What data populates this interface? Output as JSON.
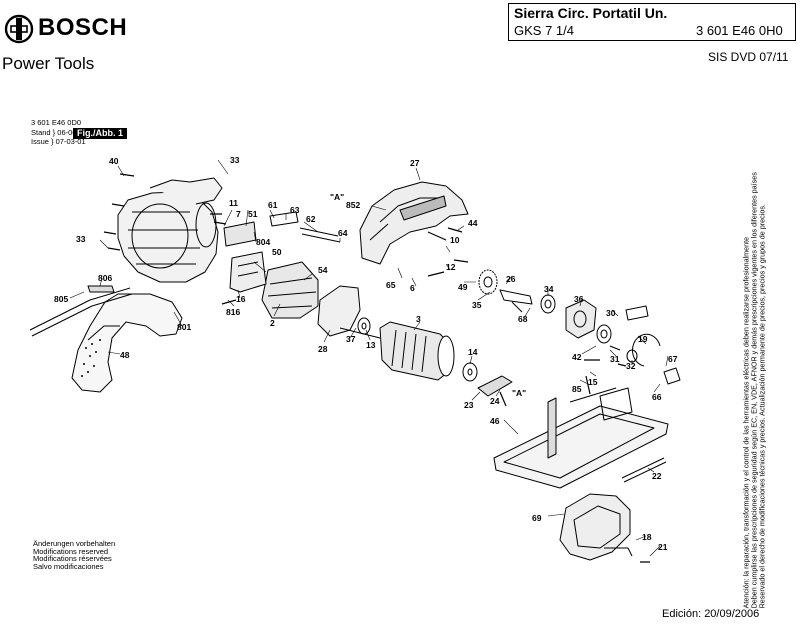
{
  "header": {
    "brand": "BOSCH",
    "subtitle": "Power Tools",
    "title": "Sierra Circ. Portatil Un.",
    "model": "GKS 7 1/4",
    "code": "3 601 E46 0H0",
    "dvd": "SIS DVD 07/11"
  },
  "meta": {
    "doc_no": "3 601 E46 0D0",
    "stand": "Stand }  06-06",
    "issue": "Issue } 07-03-01",
    "figure": "Fig./Abb. 1"
  },
  "notice": [
    "Änderungen vorbehalten",
    "Modifications reserved",
    "Modifications réservées",
    "Salvo modificaciones"
  ],
  "edition": "Edición: 20/09/2006",
  "side_text": [
    "Atención: la reparación, transformación y el control de las herramientas eléctricas deben realizarse profesionalmente",
    "Deben cumplirse las prescripciones de seguridad según EC, EN, VDE, AFNOR y demás prescripciones vigentes en los diferentes países",
    "Reservado el derecho de modificaciones técnicas y precios. Actualización permanente de precios, precios y grupos de precios."
  ],
  "callouts": [
    "40",
    "33",
    "11",
    "7",
    "51",
    "61",
    "63",
    "62",
    "64",
    "804",
    "50",
    "54",
    "16",
    "816",
    "2",
    "28",
    "37",
    "13",
    "3",
    "14",
    "23",
    "24",
    "33",
    "806",
    "805",
    "801",
    "48",
    "27",
    "852",
    "\"A\"",
    "44",
    "10",
    "12",
    "65",
    "6",
    "49",
    "26",
    "35",
    "68",
    "34",
    "36",
    "30",
    "42",
    "31",
    "32",
    "19",
    "67",
    "66",
    "85",
    "15",
    "\"A\"",
    "46",
    "22",
    "69",
    "18",
    "21"
  ],
  "colors": {
    "line": "#000000",
    "paper": "#ffffff",
    "shade": "#cfcfcf"
  }
}
